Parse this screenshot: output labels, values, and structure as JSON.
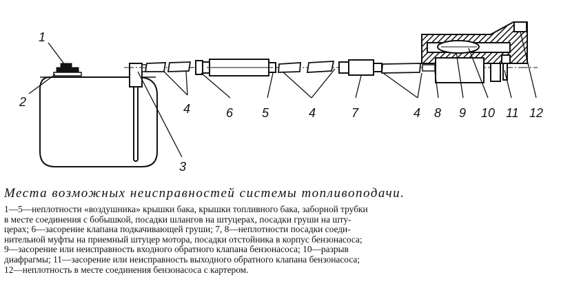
{
  "diagram": {
    "labels": [
      {
        "id": "1",
        "text": "1"
      },
      {
        "id": "2",
        "text": "2"
      },
      {
        "id": "3",
        "text": "3"
      },
      {
        "id": "4a",
        "text": "4"
      },
      {
        "id": "6",
        "text": "6"
      },
      {
        "id": "5",
        "text": "5"
      },
      {
        "id": "4b",
        "text": "4"
      },
      {
        "id": "7",
        "text": "7"
      },
      {
        "id": "4c",
        "text": "4"
      },
      {
        "id": "8",
        "text": "8"
      },
      {
        "id": "9",
        "text": "9"
      },
      {
        "id": "10",
        "text": "10"
      },
      {
        "id": "11",
        "text": "11"
      },
      {
        "id": "12",
        "text": "12"
      }
    ]
  },
  "caption": "Места возможных неисправностей системы топливоподачи.",
  "legend_lines": [
    "1—5—неплотности «воздушника» крышки бака, крышки топливного бака, заборной трубки",
    "в месте соединения с бобышкой, посадки шлангов на штуцерах, посадки груши на шту-",
    "церах; 6—засорение клапана подкачивающей груши; 7, 8—неплотности посадки соеди-",
    "нительиой муфты на приемный штуцер мотора, посадки отстойника в корпус бензонасоса;",
    "9—засорение или неисправность входного обратного клапана бензонасоса; 10—разрыв",
    "диафрагмы; 11—засорение или неисправность выходного обратного клапана бензонасоса;",
    "12—неплотность в месте соединения бензонасоса с картером."
  ]
}
